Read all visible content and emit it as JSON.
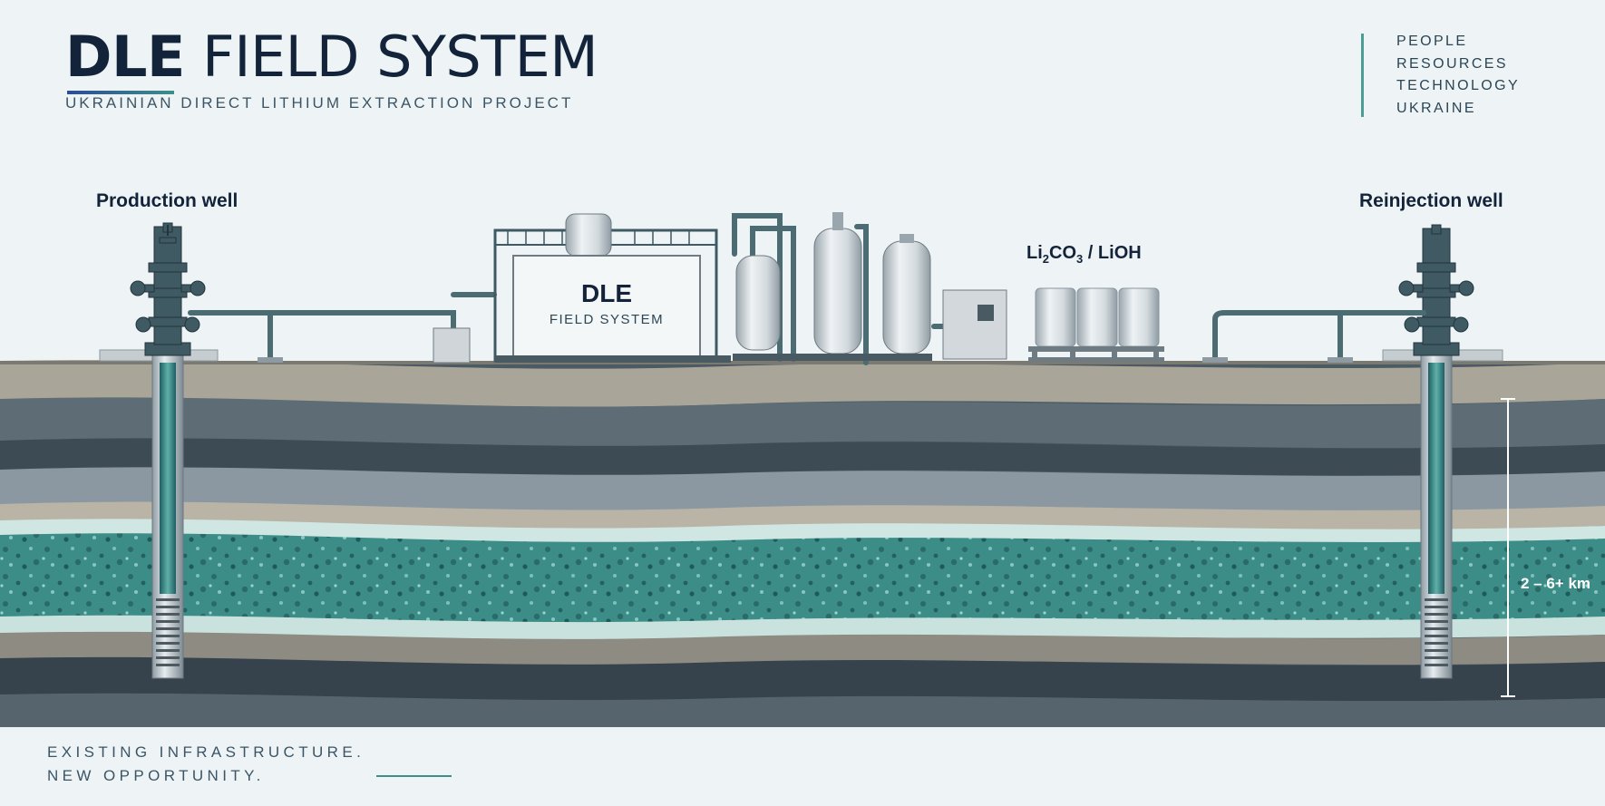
{
  "header": {
    "title_bold": "DLE",
    "title_rest": "FIELD SYSTEM",
    "subtitle": "UKRAINIAN DIRECT LITHIUM EXTRACTION PROJECT",
    "subtitle_ghost": "ENERGY ++",
    "accent_gradient": [
      "#2c4c94",
      "#3d8f8a"
    ]
  },
  "tagline_list": [
    "PEOPLE",
    "RESOURCES",
    "TECHNOLOGY",
    "UKRAINE"
  ],
  "diagram": {
    "production_well": "Production well",
    "reinjection_well": "Reinjection well",
    "plant_label_main": "DLE",
    "plant_label_sub": "FIELD SYSTEM",
    "product": {
      "li": "Li",
      "sub1": "2",
      "co": "CO",
      "sub2": "3",
      "rest": " / LiOH"
    },
    "depth": "2 – 6+ km"
  },
  "footer": {
    "line1": "EXISTING INFRASTRUCTURE.",
    "line2": "NEW OPPORTUNITY."
  },
  "colors": {
    "background": "#eef4f6",
    "ink": "#13243a",
    "brine": "#3d8f8a",
    "rock_dark": "#3b4a54",
    "rock_mid": "#6f7f8a",
    "sand": "#b6b2a6",
    "steel": "#b9c3c9"
  }
}
